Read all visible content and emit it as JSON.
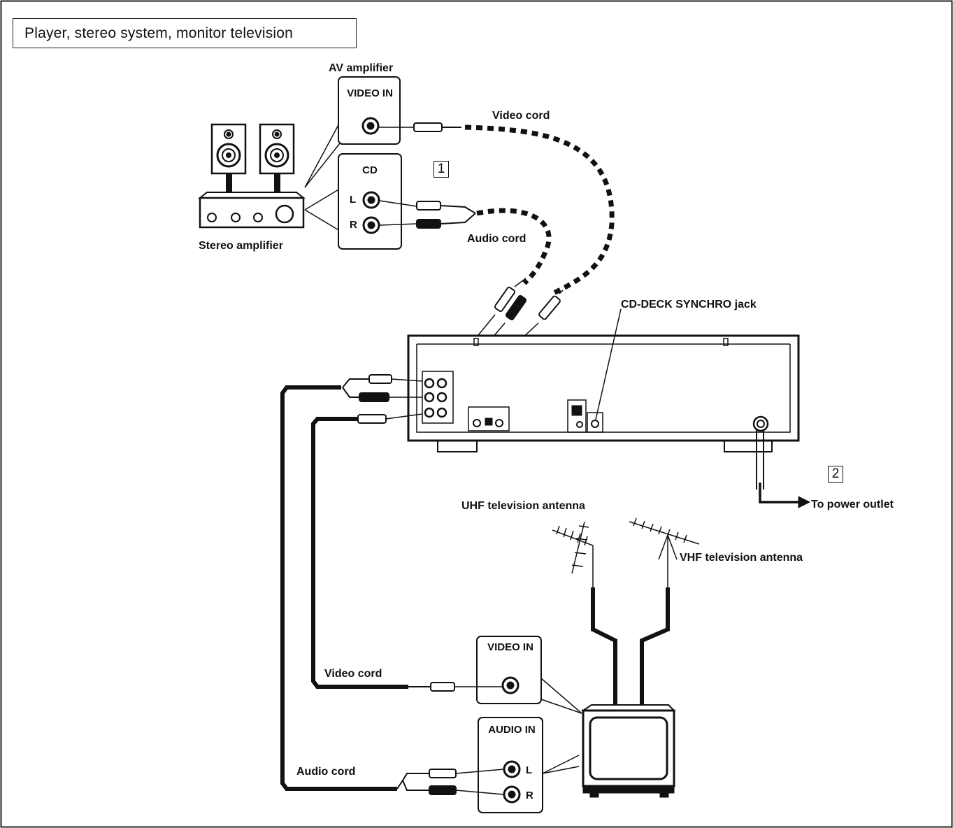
{
  "title": "Player, stereo system, monitor television",
  "labels": {
    "av_amplifier": "AV amplifier",
    "stereo_amplifier": "Stereo amplifier",
    "video_cord_top": "Video cord",
    "audio_cord_top": "Audio cord",
    "cd_deck_synchro": "CD-DECK SYNCHRO jack",
    "to_power_outlet": "To power outlet",
    "uhf_antenna": "UHF television antenna",
    "vhf_antenna": "VHF television antenna",
    "video_cord_bottom": "Video cord",
    "audio_cord_bottom": "Audio cord"
  },
  "panels": {
    "amp_video_in": "VIDEO IN",
    "amp_cd": "CD",
    "amp_cd_l": "L",
    "amp_cd_r": "R",
    "tv_video_in": "VIDEO IN",
    "tv_audio_in": "AUDIO IN",
    "tv_audio_l": "L",
    "tv_audio_r": "R"
  },
  "steps": {
    "step1": "1",
    "step2": "2"
  },
  "colors": {
    "line": "#111111",
    "background": "#ffffff"
  }
}
